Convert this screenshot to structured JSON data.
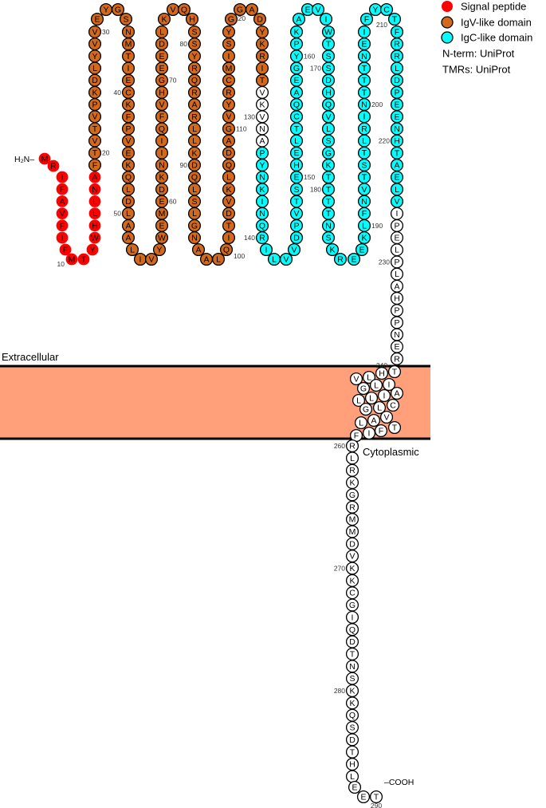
{
  "sequence": "MRIFAVFIFMTYWHLLNAFTVTVPKDLYVVEYGSNMTIECKFPVEKQLDLAALIVYWEMEDKNIIQFVHGEEDLKVQHSSYRQRARLLKDQLSLGNAALQITDVKLQDAGVYRCMISYGGADYKRITVKVNAPYNKINQRILVVDPVTSEHELTCQAEGYPKAEVIWTSSDHQVLSGKTTTTNSKREEKLFNVTSTLRINTTTNEIFYCTFRRLDPEENHTAELVIPELPLAHPPNERTHLVILGAILLCLGVALTFIFRLRKGRMMDVKKCGIQDTNSKKQSDTHLEET",
  "domains": [
    {
      "name": "Signal peptide",
      "start": 1,
      "end": 18,
      "color": "#FF0000"
    },
    {
      "name": "IgV-like domain",
      "start": 19,
      "end": 127,
      "color": "#D2691E"
    },
    {
      "name": "IgC-like domain",
      "start": 133,
      "end": 225,
      "color": "#00FFFF"
    }
  ],
  "default_color": "#FFFFFF",
  "position_labels": [
    10,
    20,
    30,
    40,
    50,
    60,
    70,
    80,
    90,
    100,
    110,
    120,
    130,
    140,
    150,
    160,
    170,
    180,
    190,
    200,
    210,
    220,
    230,
    240,
    260,
    270,
    280,
    290
  ],
  "regions": {
    "extracellular": "Extracellular",
    "cytoplasmic": "Cytoplasmic",
    "membrane_color": "#FFA07A"
  },
  "termini": {
    "n_term": "H₂N–",
    "c_term": "–COOH"
  },
  "legend": {
    "items": [
      {
        "label": "Signal peptide",
        "color": "#FF0000"
      },
      {
        "label": "IgV-like domain",
        "color": "#D2691E"
      },
      {
        "label": "IgC-like domain",
        "color": "#00FFFF"
      }
    ],
    "notes": [
      "N-term: UniProt",
      "TMRs: UniProt"
    ]
  }
}
